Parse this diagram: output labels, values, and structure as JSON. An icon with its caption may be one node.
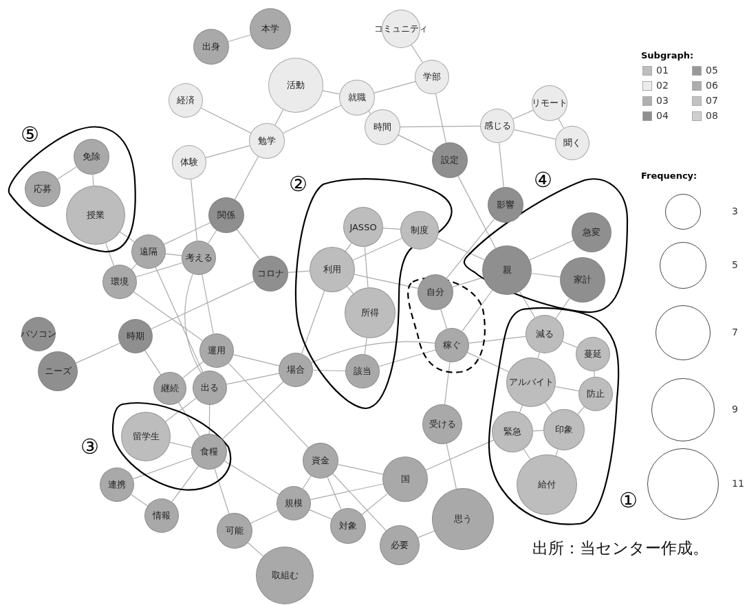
{
  "diagram": {
    "caption": "出所：当センター作成。",
    "nodes": [
      {
        "text": [
          "本学"
        ]
      },
      {
        "text": [
          "出身"
        ]
      },
      {
        "text": [
          "コミュニティ"
        ]
      },
      {
        "text": [
          "活動"
        ]
      },
      {
        "text": [
          "学部"
        ]
      },
      {
        "text": [
          "経済"
        ]
      },
      {
        "text": [
          "就職"
        ]
      },
      {
        "text": [
          "勉学"
        ]
      },
      {
        "text": [
          "時間"
        ]
      },
      {
        "text": [
          "感じる"
        ]
      },
      {
        "text": [
          "リモート"
        ]
      },
      {
        "text": [
          "聞く"
        ]
      },
      {
        "text": [
          "体験"
        ]
      },
      {
        "text": [
          "免除"
        ]
      },
      {
        "text": [
          "応募"
        ]
      },
      {
        "text": [
          "授業"
        ]
      },
      {
        "text": [
          "設定"
        ]
      },
      {
        "text": [
          "関係"
        ]
      },
      {
        "text": [
          "影響"
        ]
      },
      {
        "text": [
          "JASSO"
        ]
      },
      {
        "text": [
          "制度"
        ]
      },
      {
        "text": [
          "急変"
        ]
      },
      {
        "text": [
          "遠隔"
        ]
      },
      {
        "text": [
          "考える"
        ]
      },
      {
        "text": [
          "環境"
        ]
      },
      {
        "text": [
          "コロナ"
        ]
      },
      {
        "text": [
          "利用"
        ]
      },
      {
        "text": [
          "親"
        ]
      },
      {
        "text": [
          "家計"
        ]
      },
      {
        "text": [
          "自分"
        ]
      },
      {
        "text": [
          "所得"
        ]
      },
      {
        "text": [
          "時期"
        ]
      },
      {
        "text": [
          "パソコン"
        ]
      },
      {
        "text": [
          "ニーズ"
        ]
      },
      {
        "text": [
          "稼ぐ"
        ]
      },
      {
        "text": [
          "運用"
        ]
      },
      {
        "text": [
          "場合"
        ]
      },
      {
        "text": [
          "該当"
        ]
      },
      {
        "text": [
          "継続"
        ]
      },
      {
        "text": [
          "出る"
        ]
      },
      {
        "text": [
          "減る"
        ]
      },
      {
        "text": [
          "蔓延"
        ]
      },
      {
        "text": [
          "アルバイト"
        ]
      },
      {
        "text": [
          "防止"
        ]
      },
      {
        "text": [
          "留学生"
        ]
      },
      {
        "text": [
          "食糧"
        ]
      },
      {
        "text": [
          "受ける"
        ]
      },
      {
        "text": [
          "印象"
        ]
      },
      {
        "text": [
          "緊急"
        ]
      },
      {
        "text": [
          "資金"
        ]
      },
      {
        "text": [
          "国"
        ]
      },
      {
        "text": [
          "連携"
        ]
      },
      {
        "text": [
          "給付"
        ]
      },
      {
        "text": [
          "規模"
        ]
      },
      {
        "text": [
          "情報"
        ]
      },
      {
        "text": [
          "対象"
        ]
      },
      {
        "text": [
          "可能"
        ]
      },
      {
        "text": [
          "思う"
        ]
      },
      {
        "text": [
          "必要"
        ]
      },
      {
        "text": [
          "取組む"
        ]
      }
    ],
    "edges": [
      {
        "from": 0,
        "to": 1,
        "arrow": "none"
      },
      {
        "from": 2,
        "to": 4,
        "arrow": "none"
      },
      {
        "from": 4,
        "to": 6,
        "arrow": "none"
      },
      {
        "from": 4,
        "to": 16,
        "arrow": "none"
      },
      {
        "from": 3,
        "to": 7,
        "arrow": "none"
      },
      {
        "from": 3,
        "to": 6,
        "arrow": "none"
      },
      {
        "from": 6,
        "to": 8,
        "arrow": "none"
      },
      {
        "from": 6,
        "to": 7,
        "arrow": "none"
      },
      {
        "from": 5,
        "to": 7,
        "arrow": "none"
      },
      {
        "from": 12,
        "to": 7,
        "arrow": "none"
      },
      {
        "from": 8,
        "to": 9,
        "arrow": "none"
      },
      {
        "from": 8,
        "to": 16,
        "arrow": "none"
      },
      {
        "from": 9,
        "to": 10,
        "arrow": "none"
      },
      {
        "from": 9,
        "to": 11,
        "arrow": "none"
      },
      {
        "from": 10,
        "to": 11,
        "arrow": "none"
      },
      {
        "from": 9,
        "to": 18,
        "arrow": "none"
      },
      {
        "from": 7,
        "to": 17,
        "arrow": "none"
      },
      {
        "from": 13,
        "to": 14,
        "arrow": "none"
      },
      {
        "from": 13,
        "to": 15,
        "arrow": "none"
      },
      {
        "from": 15,
        "to": 22,
        "arrow": "none"
      },
      {
        "from": 15,
        "to": 24,
        "arrow": "none"
      },
      {
        "from": 12,
        "to": 23,
        "arrow": "none"
      },
      {
        "from": 17,
        "to": 22,
        "arrow": "none"
      },
      {
        "from": 17,
        "to": 23,
        "arrow": "none"
      },
      {
        "from": 17,
        "to": 25,
        "arrow": "none"
      },
      {
        "from": 22,
        "to": 23,
        "arrow": "none"
      },
      {
        "from": 22,
        "to": 24,
        "arrow": "none"
      },
      {
        "from": 24,
        "to": 23,
        "arrow": "none"
      },
      {
        "from": 22,
        "to": 39,
        "arrow": "none"
      },
      {
        "from": 24,
        "to": 35,
        "arrow": "none"
      },
      {
        "from": 23,
        "to": 39,
        "arrow": "none"
      },
      {
        "from": 23,
        "to": 35,
        "arrow": "none"
      },
      {
        "from": 25,
        "to": 26,
        "arrow": "none"
      },
      {
        "from": 25,
        "to": 31,
        "arrow": "none"
      },
      {
        "from": 31,
        "to": 33,
        "arrow": "none"
      },
      {
        "from": 31,
        "to": 38,
        "arrow": "none"
      },
      {
        "from": 35,
        "to": 36,
        "arrow": "none"
      },
      {
        "from": 35,
        "to": 38,
        "arrow": "none"
      },
      {
        "from": 35,
        "to": 49,
        "arrow": "none"
      },
      {
        "from": 39,
        "to": 36,
        "arrow": "none"
      },
      {
        "from": 39,
        "to": 45,
        "arrow": "none"
      },
      {
        "from": 39,
        "to": 44,
        "arrow": "none"
      },
      {
        "from": 38,
        "to": 45,
        "arrow": "none"
      },
      {
        "from": 44,
        "to": 45,
        "arrow": "none"
      },
      {
        "from": 45,
        "to": 51,
        "arrow": "none"
      },
      {
        "from": 45,
        "to": 54,
        "arrow": "none"
      },
      {
        "from": 51,
        "to": 54,
        "arrow": "none"
      },
      {
        "from": 45,
        "to": 36,
        "arrow": "none"
      },
      {
        "from": 45,
        "to": 53,
        "arrow": "none"
      },
      {
        "from": 45,
        "to": 56,
        "arrow": "none"
      },
      {
        "from": 56,
        "to": 53,
        "arrow": "none"
      },
      {
        "from": 56,
        "to": 59,
        "arrow": "none"
      },
      {
        "from": 36,
        "to": 37,
        "arrow": "none"
      },
      {
        "from": 36,
        "to": 26,
        "arrow": "none"
      },
      {
        "from": 36,
        "to": 34,
        "arrow": "none"
      },
      {
        "from": 37,
        "to": 34,
        "arrow": "none"
      },
      {
        "from": 37,
        "to": 30,
        "arrow": "none"
      },
      {
        "from": 26,
        "to": 19,
        "arrow": "none"
      },
      {
        "from": 26,
        "to": 20,
        "arrow": "none"
      },
      {
        "from": 26,
        "to": 30,
        "arrow": "none"
      },
      {
        "from": 19,
        "to": 20,
        "arrow": "none"
      },
      {
        "from": 19,
        "to": 30,
        "arrow": "none"
      },
      {
        "from": 26,
        "to": 29,
        "arrow": "none"
      },
      {
        "from": 20,
        "to": 27,
        "arrow": "none"
      },
      {
        "from": 16,
        "to": 27,
        "arrow": "none"
      },
      {
        "from": 18,
        "to": 29,
        "arrow": "none"
      },
      {
        "from": 29,
        "to": 27,
        "arrow": "none"
      },
      {
        "from": 29,
        "to": 34,
        "arrow": "none"
      },
      {
        "from": 34,
        "to": 27,
        "arrow": "none"
      },
      {
        "from": 34,
        "to": 46,
        "arrow": "none"
      },
      {
        "from": 34,
        "to": 40,
        "arrow": "none"
      },
      {
        "from": 34,
        "to": 42,
        "arrow": "none"
      },
      {
        "from": 27,
        "to": 21,
        "arrow": "none"
      },
      {
        "from": 27,
        "to": 28,
        "arrow": "none"
      },
      {
        "from": 27,
        "to": 40,
        "arrow": "none"
      },
      {
        "from": 28,
        "to": 40,
        "arrow": "none"
      },
      {
        "from": 40,
        "to": 42,
        "arrow": "none"
      },
      {
        "from": 40,
        "to": 41,
        "arrow": "none"
      },
      {
        "from": 42,
        "to": 43,
        "arrow": "none"
      },
      {
        "from": 41,
        "to": 43,
        "arrow": "none"
      },
      {
        "from": 42,
        "to": 48,
        "arrow": "none"
      },
      {
        "from": 42,
        "to": 47,
        "arrow": "none"
      },
      {
        "from": 43,
        "to": 47,
        "arrow": "none"
      },
      {
        "from": 48,
        "to": 47,
        "arrow": "none"
      },
      {
        "from": 48,
        "to": 52,
        "arrow": "none"
      },
      {
        "from": 47,
        "to": 52,
        "arrow": "none"
      },
      {
        "from": 48,
        "to": 50,
        "arrow": "none"
      },
      {
        "from": 46,
        "to": 57,
        "arrow": "none"
      },
      {
        "from": 49,
        "to": 50,
        "arrow": "none"
      },
      {
        "from": 49,
        "to": 55,
        "arrow": "none"
      },
      {
        "from": 49,
        "to": 58,
        "arrow": "none"
      },
      {
        "from": 49,
        "to": 53,
        "arrow": "none"
      },
      {
        "from": 53,
        "to": 50,
        "arrow": "none"
      },
      {
        "from": 53,
        "to": 55,
        "arrow": "none"
      },
      {
        "from": 55,
        "to": 50,
        "arrow": "none"
      },
      {
        "from": 58,
        "to": 57,
        "arrow": "none"
      }
    ],
    "labels": [
      "⑤",
      "②",
      "④",
      "③",
      "①",
      "Subgraph:",
      "Frequency:"
    ],
    "legend": [
      {
        "text": "01",
        "color": "#bdbdbd"
      },
      {
        "text": "02",
        "color": "#ececec"
      },
      {
        "text": "03",
        "color": "#b0b0b0"
      },
      {
        "text": "04",
        "color": "#8f8f8f"
      },
      {
        "text": "05",
        "color": "#999999"
      },
      {
        "text": "06",
        "color": "#adadad"
      },
      {
        "text": "07",
        "color": "#c2c2c2"
      },
      {
        "text": "08",
        "color": "#cfcfcf"
      },
      {
        "text": "3"
      },
      {
        "text": "5"
      },
      {
        "text": "7"
      },
      {
        "text": "9"
      },
      {
        "text": "11"
      }
    ]
  }
}
